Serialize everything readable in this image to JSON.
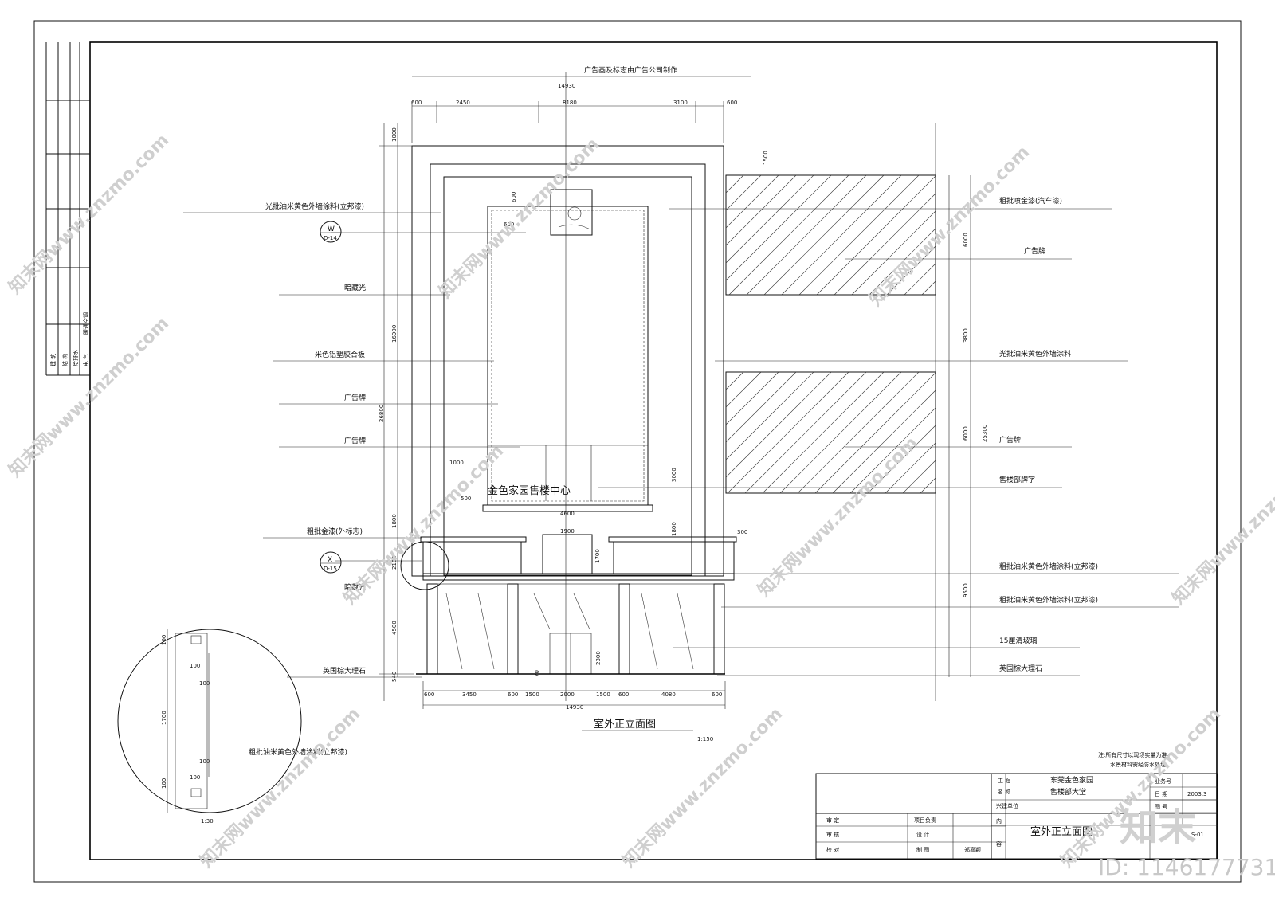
{
  "drawing": {
    "title": "室外正立面图",
    "scale": "1:150",
    "detail_scale": "1:30",
    "top_note": "广告画及标志由广告公司制作",
    "overall_width": "14930",
    "top_dims": [
      "600",
      "2450",
      "8180",
      "3100",
      "600"
    ],
    "bottom_dims": [
      "600",
      "3450",
      "600",
      "1500",
      "2000",
      "1500",
      "600",
      "4080",
      "600"
    ],
    "bottom_total": "14930",
    "left_dims": [
      "1000",
      "16900",
      "26800",
      "1800",
      "2100",
      "4500",
      "540"
    ],
    "inner_dims": [
      "600",
      "600",
      "1000",
      "500",
      "4600",
      "1900",
      "1700",
      "3000",
      "1800",
      "300",
      "2300",
      "70",
      "1500"
    ],
    "right_dims": [
      "6000",
      "3800",
      "6000",
      "25300",
      "9500"
    ],
    "sign_text": "金色家园售楼中心",
    "callout_w": {
      "letter": "W",
      "ref": "D-14"
    },
    "callout_x": {
      "letter": "X",
      "ref": "D-15"
    },
    "left_labels": [
      "光批油米黄色外墙涂料(立邦漆)",
      "暗藏光",
      "米色铝塑胶合板",
      "广告牌",
      "广告牌",
      "粗批金漆(外标志)",
      "暗藏光",
      "英国棕大理石"
    ],
    "right_labels": [
      "粗批喷金漆(汽车漆)",
      "广告牌",
      "光批油米黄色外墙涂料",
      "广告牌",
      "售楼部牌字",
      "粗批油米黄色外墙涂料(立邦漆)",
      "粗批油米黄色外墙涂料(立邦漆)",
      "15厘清玻璃",
      "英国棕大理石"
    ],
    "detail_label": "粗批油米黄色外墙涂料(立邦漆)",
    "detail_dims": [
      "100",
      "100",
      "100",
      "1700",
      "100",
      "100",
      "100"
    ]
  },
  "title_block": {
    "notes": [
      "注:所有尺寸以现场实量为准。",
      "水景材料需经防水处理。"
    ],
    "project_label": [
      "工 程",
      "名 称"
    ],
    "project_name": [
      "东莞金色家园",
      "售楼部大堂"
    ],
    "builder_label": "兴建单位",
    "job_no_label": "业务号",
    "date_label": "日 期",
    "date_value": "2003.3",
    "drawing_no_label": "图 号",
    "sheet": "S-01",
    "roles": [
      "审 定",
      "审 核",
      "校 对"
    ],
    "roles2": [
      "项目负责",
      "设 计",
      "制 图"
    ],
    "drafter": "郑嘉颖",
    "content_label": [
      "内",
      "容"
    ],
    "content_value": "室外正立面图"
  },
  "margin_stamps": [
    "建 筑",
    "结 构",
    "给排水",
    "电 气",
    "暖通空调"
  ],
  "watermark": {
    "text": "知末网www.znzmo.com",
    "brand": "知末",
    "id_text": "ID: 1146177731"
  }
}
